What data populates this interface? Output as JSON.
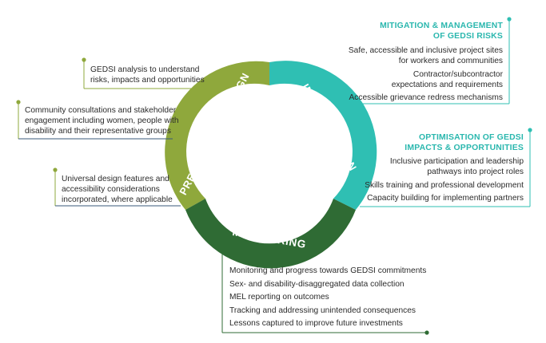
{
  "ring": {
    "preparation_label": "PREPARATION & DESIGN",
    "implementation_label": "IMPLEMENTATION",
    "monitoring_label": "MONITORING",
    "colors": {
      "preparation": "#8fa83c",
      "implementation": "#2fbfb3",
      "monitoring": "#2f6b34"
    }
  },
  "preparation": {
    "item1": [
      "GEDSI analysis to understand",
      "risks, impacts and opportunities"
    ],
    "item2": [
      "Community consultations and stakeholder",
      "engagement including women, people with",
      "disability and their representative groups"
    ],
    "item3": [
      "Universal design features and",
      "accessibility considerations",
      "incorporated, where applicable"
    ]
  },
  "mitigation": {
    "heading": [
      "MITIGATION & MANAGEMENT",
      "OF GEDSI RISKS"
    ],
    "items": [
      [
        "Safe, accessible and inclusive project sites",
        "for workers and communities"
      ],
      [
        "Contractor/subcontractor",
        "expectations and requirements"
      ],
      [
        "Accessible grievance redress mechanisms"
      ]
    ]
  },
  "optimisation": {
    "heading": [
      "OPTIMISATION OF GEDSI",
      "IMPACTS & OPPORTUNITIES"
    ],
    "items": [
      [
        "Inclusive participation and leadership",
        "pathways into project roles"
      ],
      [
        "Skills training and professional development"
      ],
      [
        "Capacity building for implementing partners"
      ]
    ]
  },
  "monitoring": {
    "items": [
      "Monitoring and progress towards GEDSI commitments",
      "Sex- and disability-disaggregated data collection",
      "MEL reporting on outcomes",
      "Tracking and addressing unintended consequences",
      "Lessons captured to improve future investments"
    ]
  }
}
